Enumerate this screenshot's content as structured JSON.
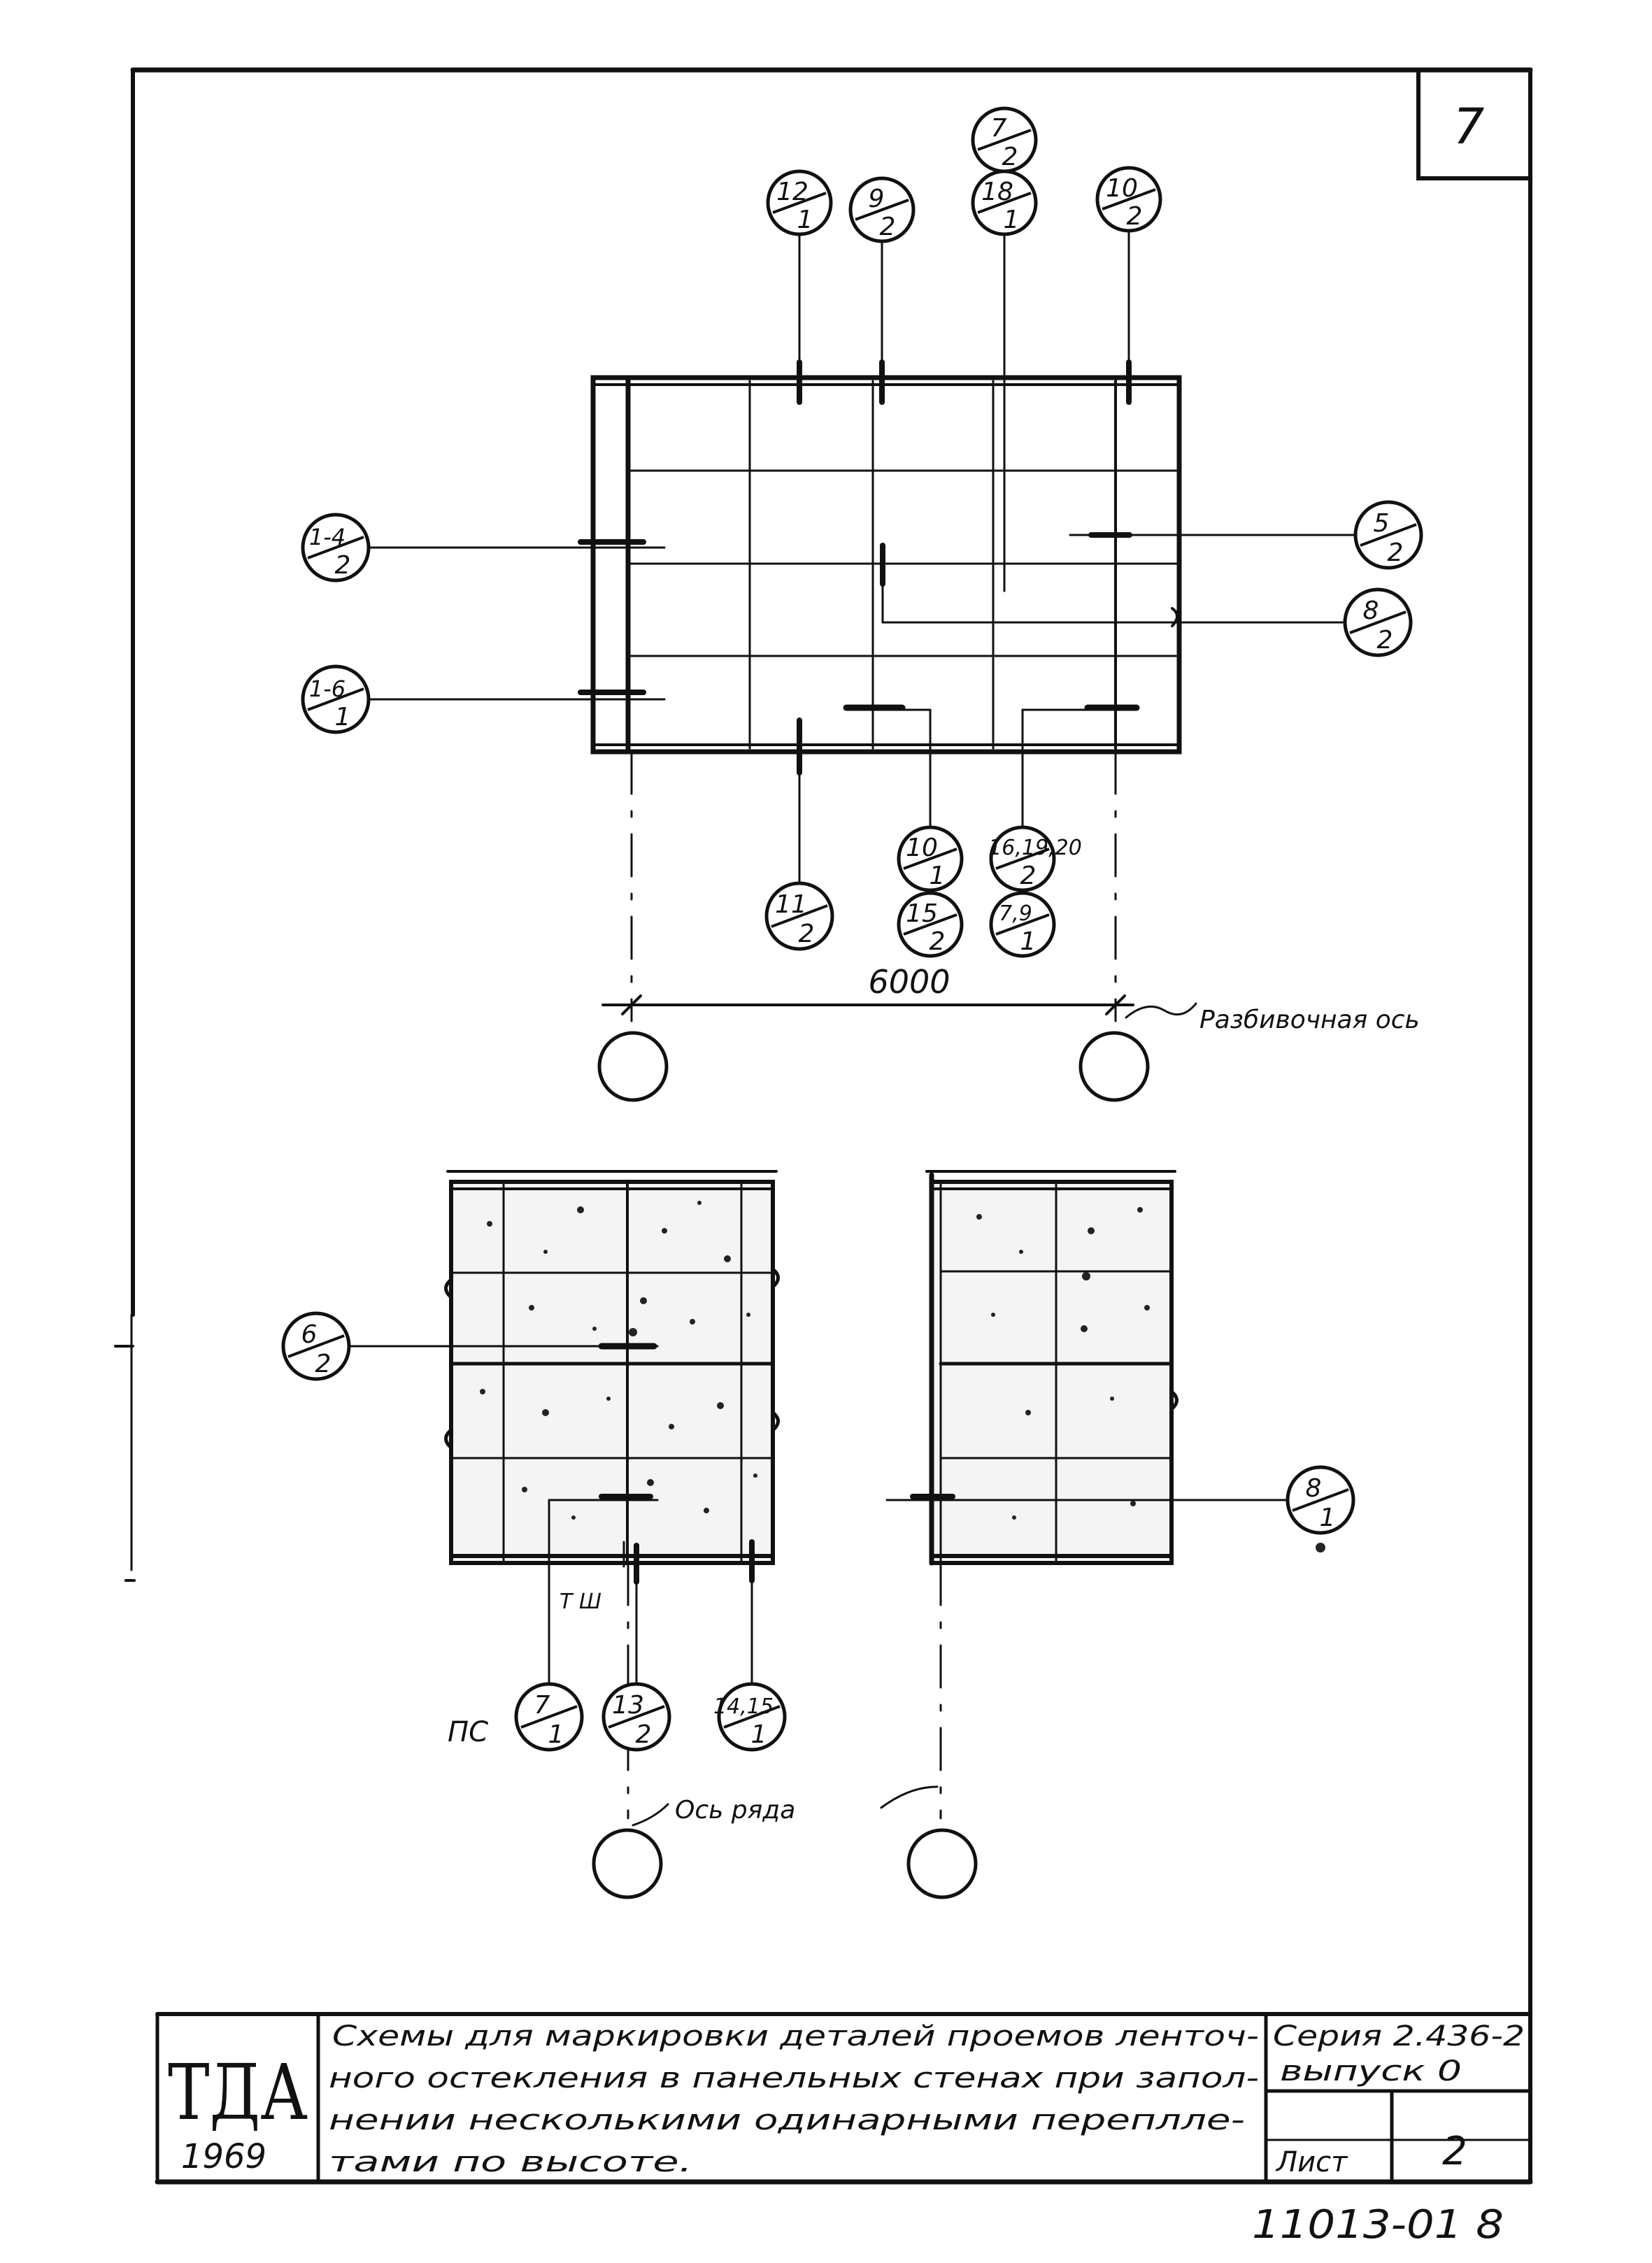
{
  "sheet_number": "7",
  "callouts": {
    "c_7_2": [
      "7",
      "2"
    ],
    "c_12_1": [
      "12",
      "1"
    ],
    "c_9_2": [
      "9",
      "2"
    ],
    "c_18_1": [
      "18",
      "1"
    ],
    "c_10_2": [
      "10",
      "2"
    ],
    "c_1_4_2": [
      "1-4",
      "2"
    ],
    "c_1_6_1": [
      "1-6",
      "1"
    ],
    "c_5_2": [
      "5",
      "2"
    ],
    "c_8_2": [
      "8",
      "2"
    ],
    "c_11_2": [
      "11",
      "2"
    ],
    "c_10_1": [
      "10",
      "1"
    ],
    "c_15_2": [
      "15",
      "2"
    ],
    "c_16_19_20_2": [
      "16,19,20",
      "2"
    ],
    "c_7_9_1": [
      "7,9",
      "1"
    ],
    "c_6_2": [
      "6",
      "2"
    ],
    "c_8_1": [
      "8",
      "1"
    ],
    "c_7_1": [
      "7",
      "1"
    ],
    "c_13_2": [
      "13",
      "2"
    ],
    "c_14_15_1": [
      "14,15",
      "1"
    ]
  },
  "labels": {
    "dimension": "6000",
    "layout_axis": "Разбивочная ось",
    "row_axis": "Ось ряда",
    "pc_mark": "ПС",
    "tsh_mark": "Т Ш"
  },
  "title_block": {
    "logo": "ТДА",
    "year": "1969",
    "description_lines": [
      "Схемы для маркировки деталей проемов ленточ-",
      "ного остекления в панельных стенах при запол-",
      "нении несколькими одинарными переплле-",
      "тами по высоте."
    ],
    "series": "Серия 2.436-2",
    "issue": "выпуск 0",
    "sheet_label": "Лист",
    "sheet_value": "2"
  },
  "doc_code": "11013-01 8"
}
